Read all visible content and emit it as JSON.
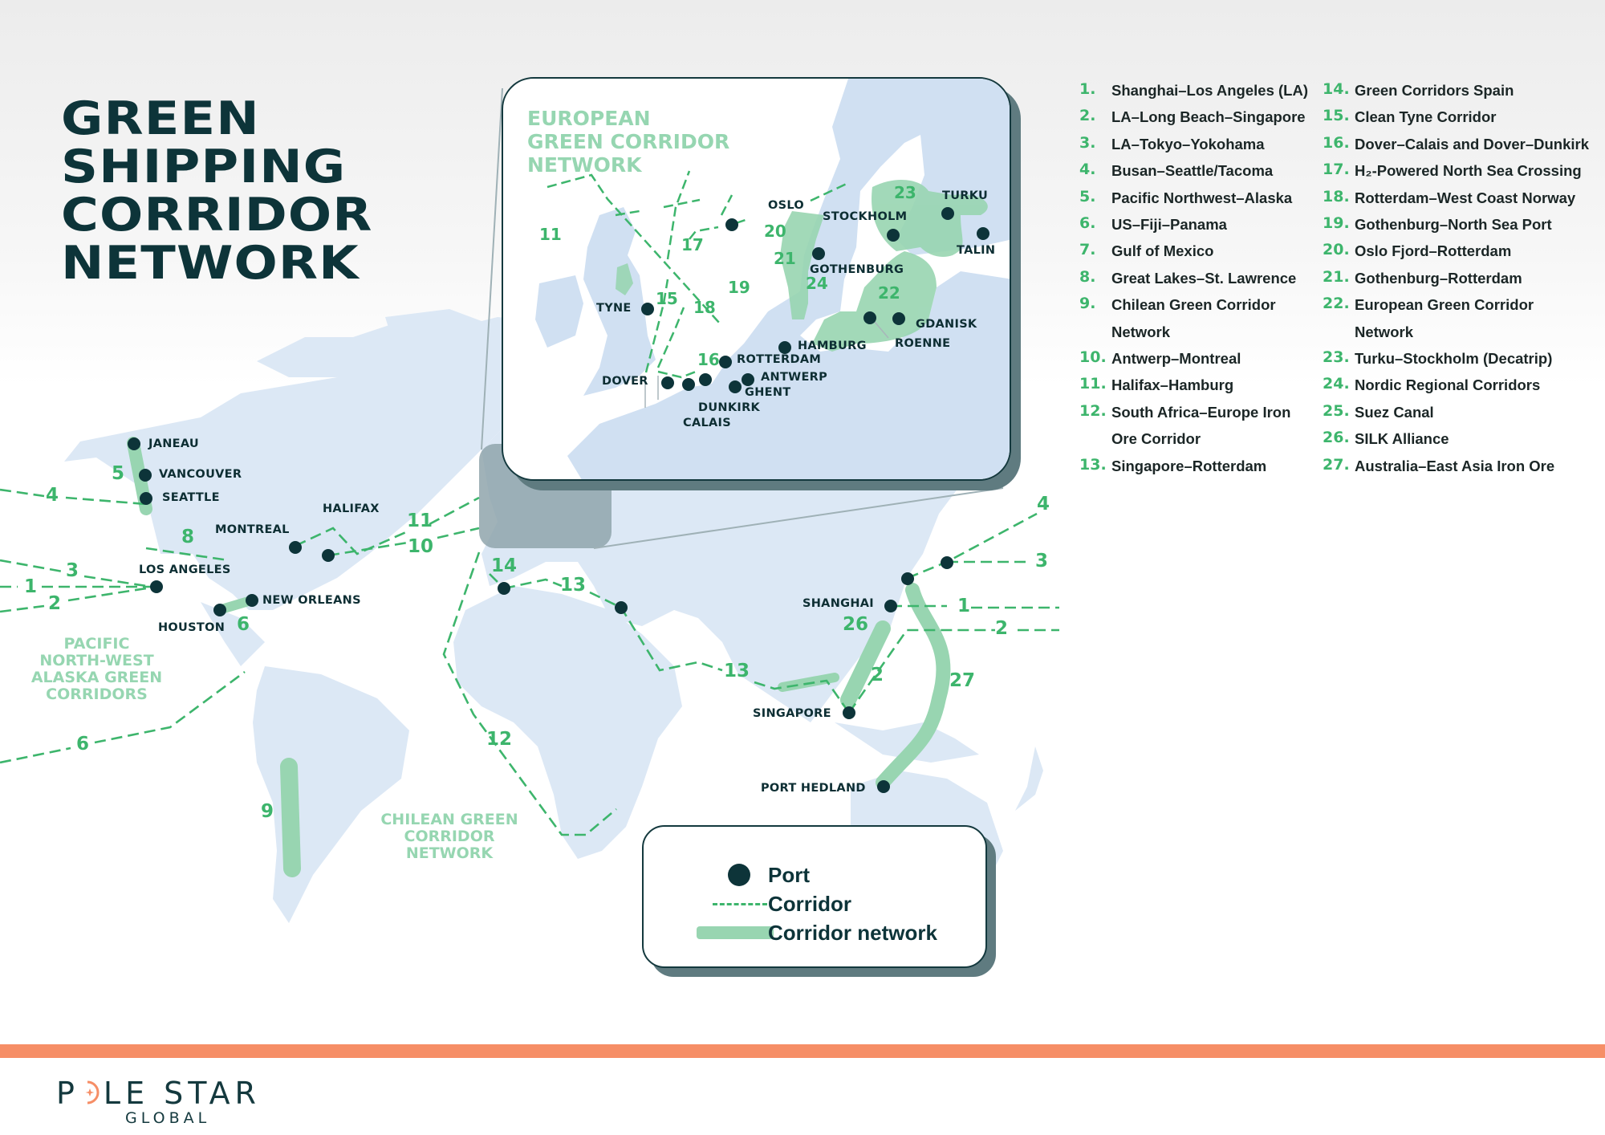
{
  "title": {
    "lines": [
      "GREEN",
      "SHIPPING",
      "CORRIDOR",
      "NETWORK"
    ]
  },
  "corridor_list": {
    "column1": [
      {
        "num": "1.",
        "label": "Shanghai–Los Angeles (LA)"
      },
      {
        "num": "2.",
        "label": "LA–Long Beach–Singapore"
      },
      {
        "num": "3.",
        "label": "LA–Tokyo–Yokohama"
      },
      {
        "num": "4.",
        "label": "Busan–Seattle/Tacoma"
      },
      {
        "num": "5.",
        "label": "Pacific Northwest–Alaska"
      },
      {
        "num": "6.",
        "label": "US–Fiji–Panama"
      },
      {
        "num": "7.",
        "label": "Gulf of Mexico"
      },
      {
        "num": "8.",
        "label": "Great Lakes–St. Lawrence"
      },
      {
        "num": "9.",
        "label": "Chilean Green Corridor Network"
      },
      {
        "num": "10.",
        "label": "Antwerp–Montreal"
      },
      {
        "num": "11.",
        "label": "Halifax–Hamburg"
      },
      {
        "num": "12.",
        "label": "South Africa–Europe Iron Ore Corridor"
      },
      {
        "num": "13.",
        "label": "Singapore–Rotterdam"
      }
    ],
    "column2": [
      {
        "num": "14.",
        "label": "Green Corridors Spain"
      },
      {
        "num": "15.",
        "label": "Clean Tyne Corridor"
      },
      {
        "num": "16.",
        "label": "Dover–Calais and Dover–Dunkirk"
      },
      {
        "num": "17.",
        "label": "H₂-Powered North Sea Crossing"
      },
      {
        "num": "18.",
        "label": "Rotterdam–West Coast Norway"
      },
      {
        "num": "19.",
        "label": "Gothenburg–North Sea Port"
      },
      {
        "num": "20.",
        "label": "Oslo Fjord–Rotterdam"
      },
      {
        "num": "21.",
        "label": "Gothenburg–Rotterdam"
      },
      {
        "num": "22.",
        "label": "European Green Corridor Network"
      },
      {
        "num": "23.",
        "label": "Turku–Stockholm (Decatrip)"
      },
      {
        "num": "24.",
        "label": "Nordic Regional Corridors"
      },
      {
        "num": "25.",
        "label": "Suez Canal"
      },
      {
        "num": "26.",
        "label": "SILK Alliance"
      },
      {
        "num": "27.",
        "label": "Australia–East Asia Iron Ore"
      }
    ]
  },
  "inset": {
    "title_lines": [
      "EUROPEAN",
      "GREEN CORRIDOR",
      "NETWORK"
    ],
    "ports": {
      "oslo": "OSLO",
      "stockholm": "STOCKHOLM",
      "turku": "TURKU",
      "talin": "TALIN",
      "gothenburg": "GOTHENBURG",
      "gdanisk": "GDANISK",
      "roenne": "ROENNE",
      "hamburg": "HAMBURG",
      "rotterdam": "ROTTERDAM",
      "antwerp": "ANTWERP",
      "ghent": "GHENT",
      "dover": "DOVER",
      "dunkirk": "DUNKIRK",
      "calais": "CALAIS",
      "tyne": "TYNE"
    },
    "corridor_numbers": {
      "n11": "11",
      "n15": "15",
      "n16": "16",
      "n17": "17",
      "n18": "18",
      "n19": "19",
      "n20": "20",
      "n21": "21",
      "n22": "22",
      "n23": "23",
      "n24": "24"
    }
  },
  "world": {
    "ports": {
      "janeau": "JANEAU",
      "vancouver": "VANCOUVER",
      "seattle": "SEATTLE",
      "halifax": "HALIFAX",
      "montreal": "MONTREAL",
      "los_angeles": "LOS ANGELES",
      "new_orleans": "NEW ORLEANS",
      "houston": "HOUSTON",
      "shanghai": "SHANGHAI",
      "singapore": "SINGAPORE",
      "port_hedland": "PORT HEDLAND"
    },
    "corridor_numbers": {
      "n1": "1",
      "n2": "2",
      "n3": "3",
      "n4": "4",
      "n5": "5",
      "n6a": "6",
      "n6b": "6",
      "n8": "8",
      "n9": "9",
      "n10": "10",
      "n11": "11",
      "n12": "12",
      "n13a": "13",
      "n13b": "13",
      "n14": "14",
      "e1": "1",
      "e2": "2",
      "e2b": "2",
      "e3": "3",
      "e4": "4",
      "n26": "26",
      "n27": "27"
    },
    "region_labels": {
      "pacific_nw": [
        "PACIFIC",
        "NORTH-WEST",
        "ALASKA GREEN",
        "CORRIDORS"
      ],
      "chilean": [
        "CHILEAN GREEN",
        "CORRIDOR",
        "NETWORK"
      ]
    }
  },
  "map_legend": {
    "port": "Port",
    "corridor": "Corridor",
    "network": "Corridor network"
  },
  "colors": {
    "dark_teal": "#0d3439",
    "corridor_green": "#3db56c",
    "network_green": "#98d5b1",
    "land_blue": "#dce8f5",
    "accent_orange": "#f68e66"
  },
  "footer": {
    "brand_p": "P",
    "brand_rest": "LE STAR",
    "brand_sub": "GLOBAL"
  }
}
